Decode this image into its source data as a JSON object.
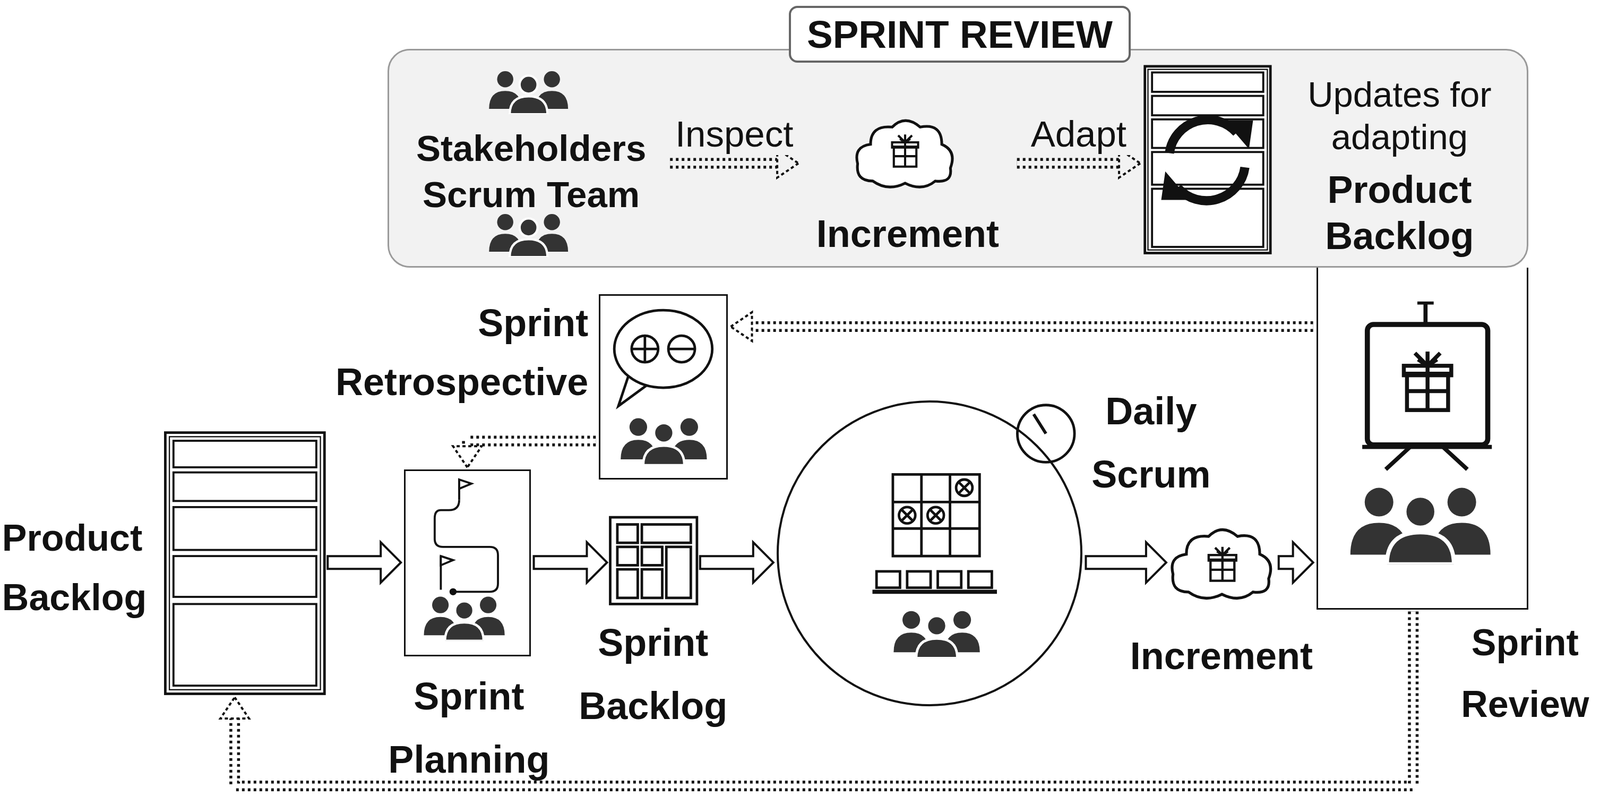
{
  "diagram": {
    "nodes": [
      {
        "text": [
          "SPRINT REVIEW"
        ]
      },
      {
        "text": [
          "Stakeholders",
          "Scrum Team"
        ],
        "in": 0
      },
      {
        "text": [
          "Increment"
        ],
        "in": 0
      },
      {
        "text": [
          "Updates for adapting",
          "Product Backlog"
        ],
        "in": 0
      },
      {
        "text": [
          "Product Backlog"
        ]
      },
      {
        "text": [
          "Sprint Planning"
        ]
      },
      {
        "text": [
          "Sprint Backlog"
        ]
      },
      {
        "text": [
          "Daily Scrum"
        ]
      },
      {
        "text": [
          "Increment"
        ]
      },
      {
        "text": [
          "Sprint Review"
        ]
      },
      {
        "text": [
          "Sprint Retrospective"
        ]
      }
    ],
    "edges": [
      {
        "from": 1,
        "to": 2,
        "label": "Inspect",
        "arrow": "to"
      },
      {
        "from": 2,
        "to": 3,
        "label": "Adapt",
        "arrow": "to"
      },
      {
        "from": 4,
        "to": 5,
        "arrow": "to"
      },
      {
        "from": 5,
        "to": 6,
        "arrow": "to"
      },
      {
        "from": 6,
        "to": 7,
        "arrow": "to"
      },
      {
        "from": 7,
        "to": 8,
        "arrow": "to"
      },
      {
        "from": 8,
        "to": 9,
        "arrow": "to"
      },
      {
        "from": 9,
        "to": 10,
        "arrow": "to"
      },
      {
        "from": 10,
        "to": 5,
        "arrow": "to"
      },
      {
        "from": 9,
        "to": 4,
        "arrow": "to"
      }
    ]
  }
}
